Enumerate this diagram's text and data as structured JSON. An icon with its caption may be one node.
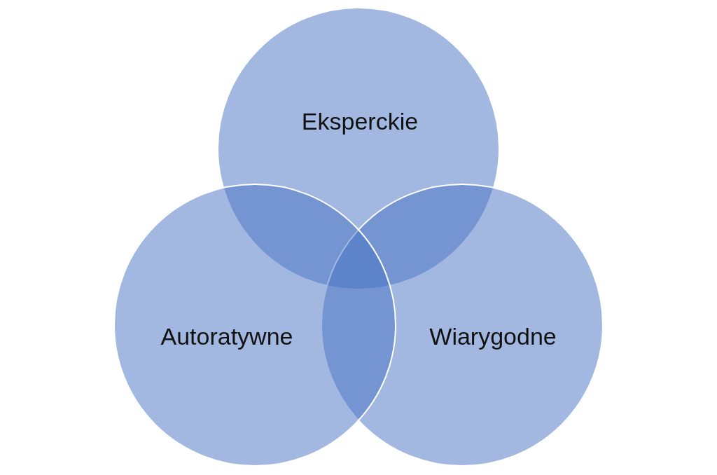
{
  "diagram": {
    "nodes": [
      {
        "text": [
          "Eksperckie"
        ]
      },
      {
        "text": [
          "Autoratywne"
        ]
      },
      {
        "text": [
          "Wiarygodne"
        ]
      }
    ]
  }
}
